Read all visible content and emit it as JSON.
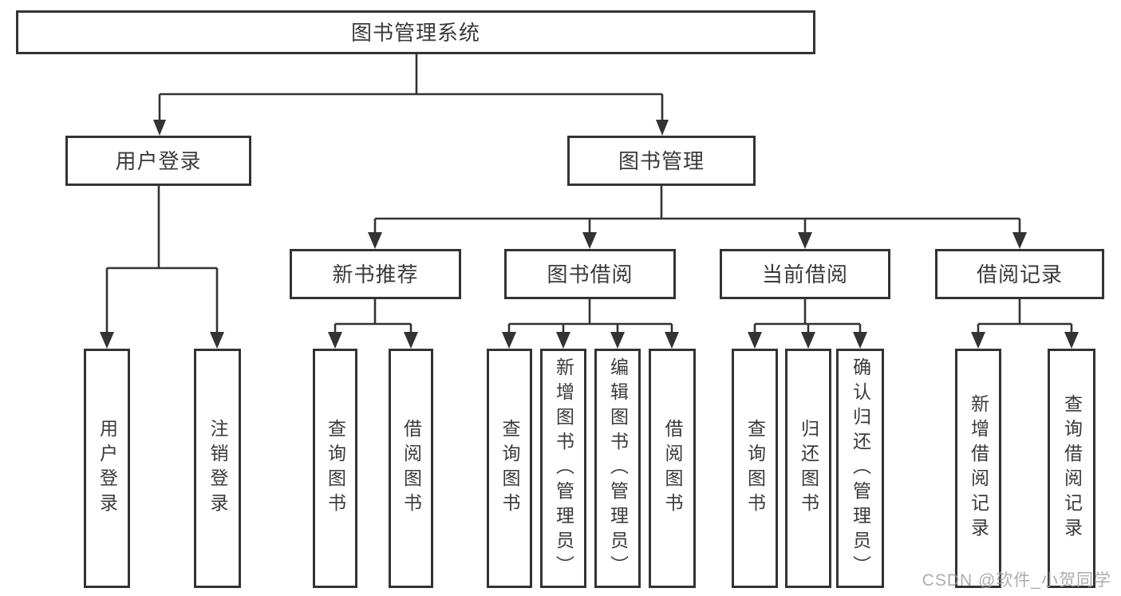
{
  "diagram_type": "hierarchy-tree",
  "colors": {
    "line": "#333333",
    "border": "#333333",
    "text": "#3a3a3a",
    "background": "#ffffff",
    "watermark": "#9e9e9e"
  },
  "tree": {
    "label": "图书管理系统",
    "children": [
      {
        "label": "用户登录",
        "children": [
          {
            "label": "用户登录"
          },
          {
            "label": "注销登录"
          }
        ]
      },
      {
        "label": "图书管理",
        "children": [
          {
            "label": "新书推荐",
            "children": [
              {
                "label": "查询图书"
              },
              {
                "label": "借阅图书"
              }
            ]
          },
          {
            "label": "图书借阅",
            "children": [
              {
                "label": "查询图书"
              },
              {
                "label": "新增图书（管理员）"
              },
              {
                "label": "编辑图书（管理员）"
              },
              {
                "label": "借阅图书"
              }
            ]
          },
          {
            "label": "当前借阅",
            "children": [
              {
                "label": "查询图书"
              },
              {
                "label": "归还图书"
              },
              {
                "label": "确认归还（管理员）"
              }
            ]
          },
          {
            "label": "借阅记录",
            "children": [
              {
                "label": "新增借阅记录"
              },
              {
                "label": "查询借阅记录"
              }
            ]
          }
        ]
      }
    ]
  },
  "watermark": {
    "text": "CSDN @软件_小贺同学"
  }
}
